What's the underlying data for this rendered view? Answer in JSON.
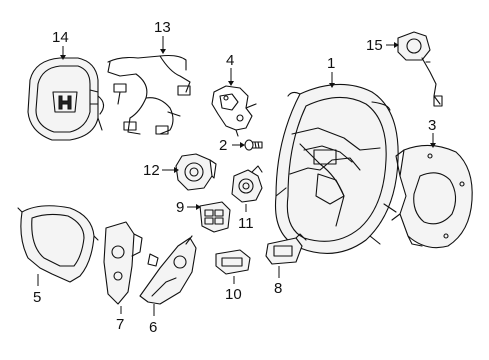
{
  "callouts": [
    {
      "id": "1",
      "text": "1"
    },
    {
      "id": "2",
      "text": "2"
    },
    {
      "id": "3",
      "text": "3"
    },
    {
      "id": "4",
      "text": "4"
    },
    {
      "id": "5",
      "text": "5"
    },
    {
      "id": "6",
      "text": "6"
    },
    {
      "id": "7",
      "text": "7"
    },
    {
      "id": "8",
      "text": "8"
    },
    {
      "id": "9",
      "text": "9"
    },
    {
      "id": "10",
      "text": "10"
    },
    {
      "id": "11",
      "text": "11"
    },
    {
      "id": "12",
      "text": "12"
    },
    {
      "id": "13",
      "text": "13"
    },
    {
      "id": "14",
      "text": "14"
    },
    {
      "id": "15",
      "text": "15"
    }
  ],
  "colors": {
    "line": "#111111",
    "background": "#ffffff"
  }
}
